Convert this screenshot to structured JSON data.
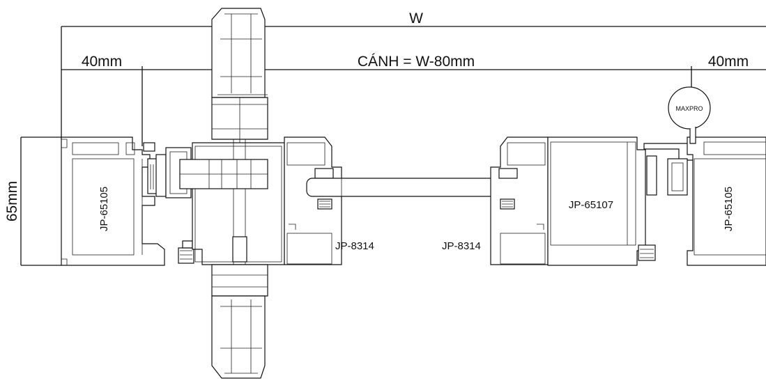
{
  "dimensions": {
    "overall_width": "W",
    "sash_width": "CÁNH = W-80mm",
    "left_offset": "40mm",
    "right_offset": "40mm",
    "height": "65mm"
  },
  "profiles": {
    "left_frame": "JP-65105",
    "right_frame": "JP-65105",
    "sash": "JP-65107",
    "left_bead": "JP-8314",
    "right_bead": "JP-8314"
  },
  "brand": "MAXPRO",
  "colors": {
    "line": "#111111",
    "background": "#ffffff"
  }
}
